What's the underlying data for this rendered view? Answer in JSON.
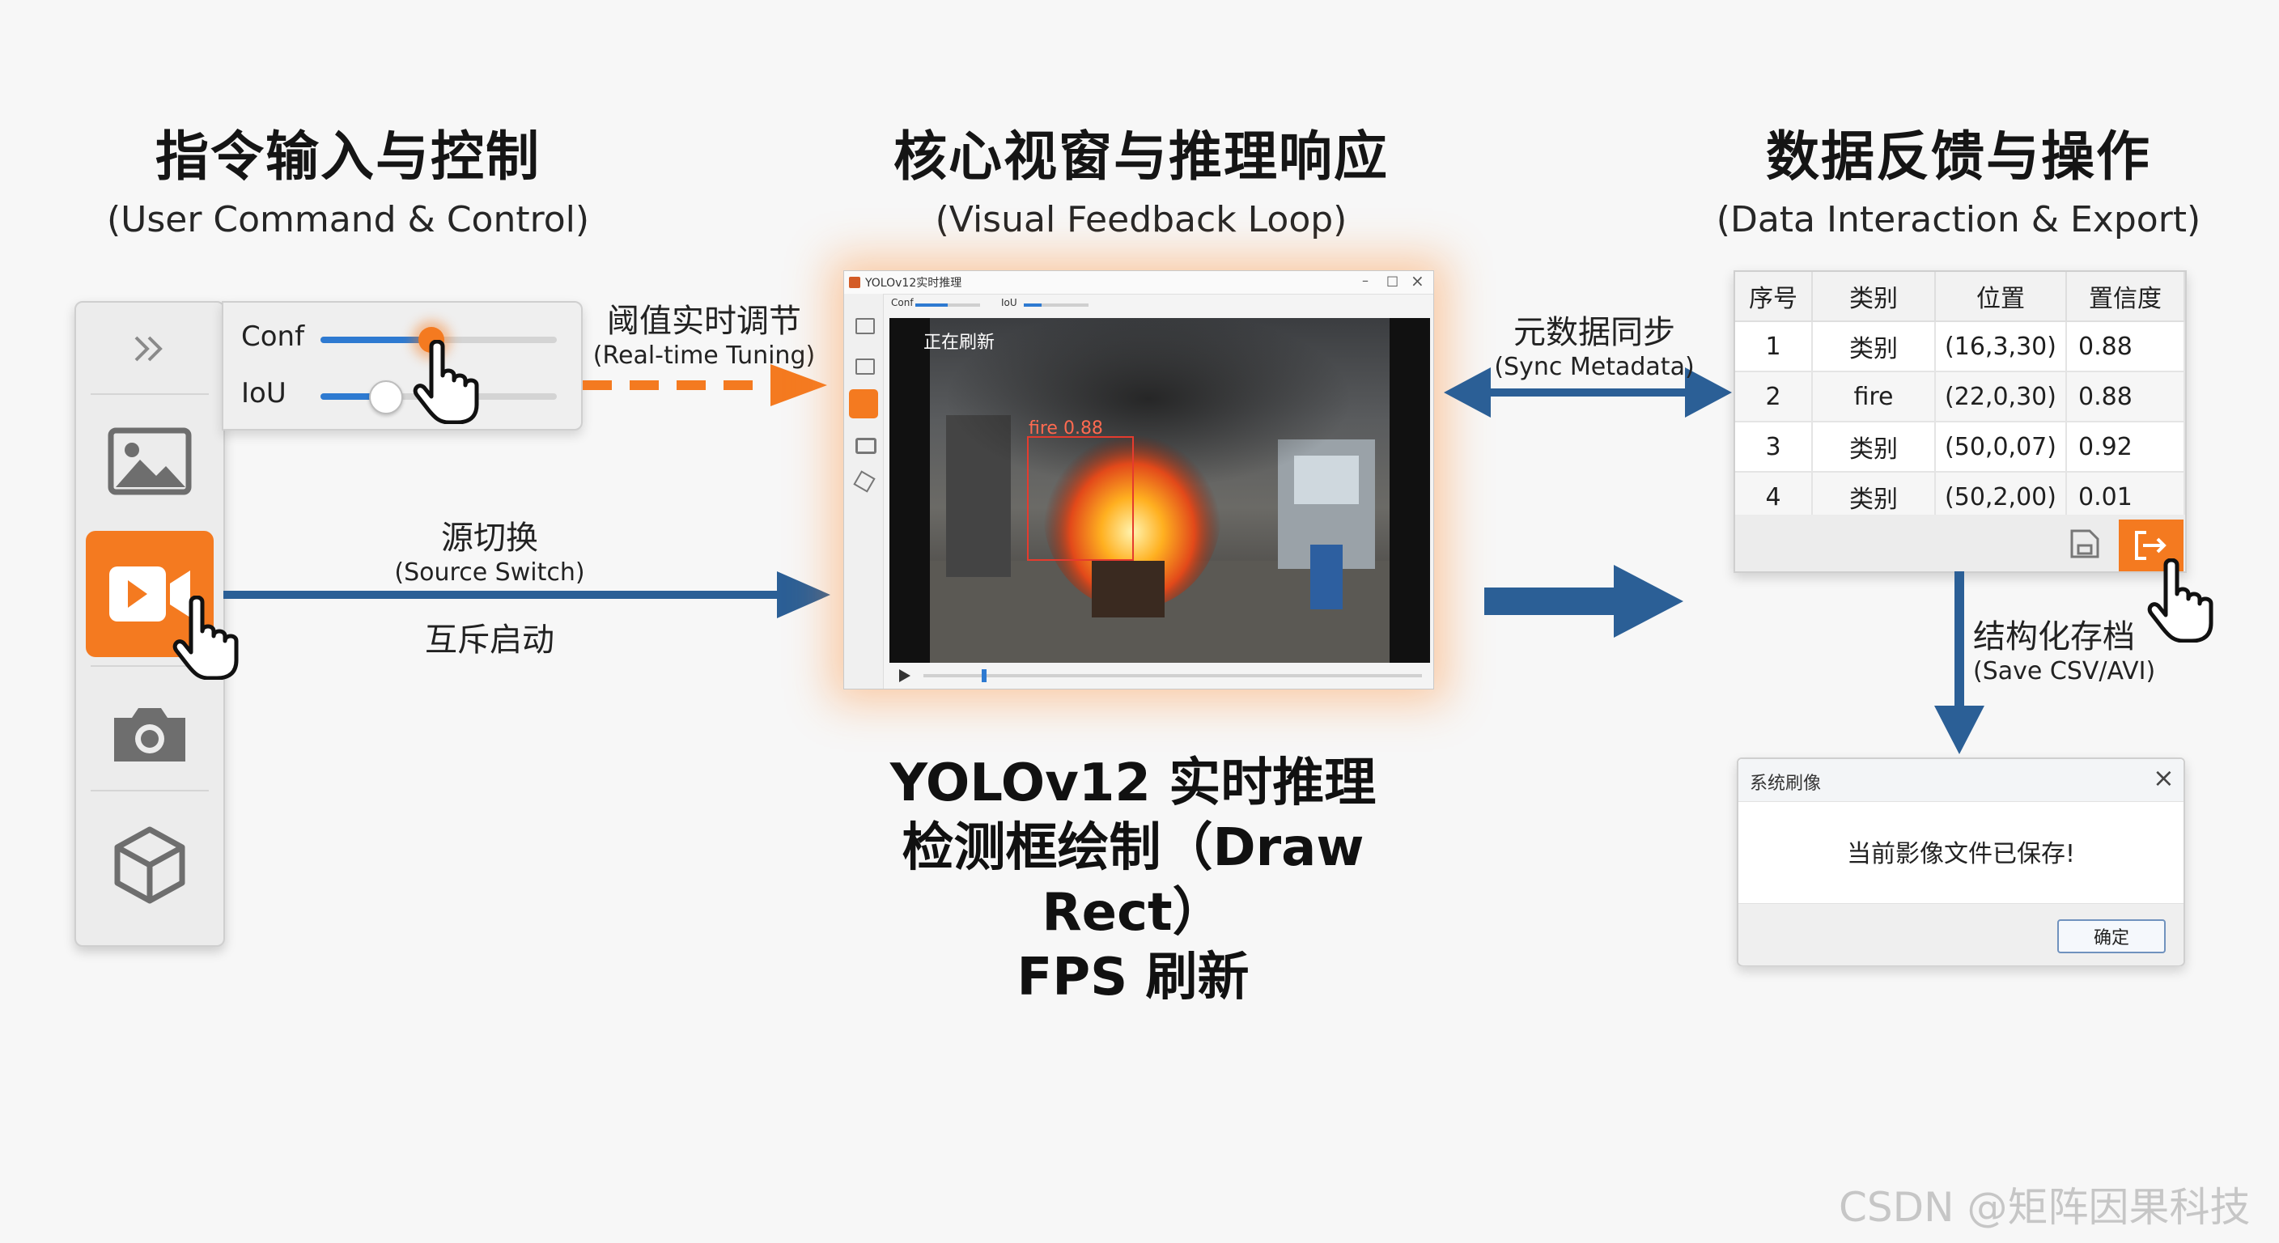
{
  "columns": [
    {
      "title_zh": "指令输入与控制",
      "title_en": "(User Command & Control)"
    },
    {
      "title_zh": "核心视窗与推理响应",
      "title_en": "(Visual Feedback Loop)"
    },
    {
      "title_zh": "数据反馈与操作",
      "title_en": "(Data Interaction & Export)"
    }
  ],
  "sliders": {
    "conf": {
      "label": "Conf",
      "value": 0.47
    },
    "iou": {
      "label": "IoU",
      "value": 0.27
    }
  },
  "toolbar": {
    "expand_icon": "double-chevron-right-icon",
    "items": [
      {
        "icon": "image-icon",
        "active": false
      },
      {
        "icon": "video-camera-icon",
        "active": true
      },
      {
        "icon": "camera-icon",
        "active": false
      },
      {
        "icon": "cube-icon",
        "active": false
      }
    ],
    "accent": "#f47a20"
  },
  "arrows": {
    "threshold": {
      "zh": "阈值实时调节",
      "en": "(Real-time Tuning)"
    },
    "source": {
      "zh": "源切换",
      "en": "(Source Switch)",
      "sub": "互斥启动"
    },
    "sync": {
      "zh": "元数据同步",
      "en": "(Sync Metadata)"
    },
    "save": {
      "zh": "结构化存档",
      "en": "(Save CSV/AVI)"
    }
  },
  "window": {
    "title": "YOLOv12实时推理",
    "conf_label": "Conf",
    "iou_label": "IoU",
    "status": "正在刷新",
    "detection_label": "fire 0.88",
    "controls": {
      "minimize": "–",
      "maximize": "□",
      "close": "×"
    }
  },
  "captions": {
    "line1": "YOLOv12 实时推理",
    "line2": "检测框绘制（Draw Rect）",
    "line3": "FPS 刷新"
  },
  "table": {
    "headers": [
      "序号",
      "类别",
      "位置",
      "置信度"
    ],
    "rows": [
      [
        "1",
        "类别",
        "(16,3,30)",
        "0.88"
      ],
      [
        "2",
        "fire",
        "(22,0,30)",
        "0.88"
      ],
      [
        "3",
        "类别",
        "(50,0,07)",
        "0.92"
      ],
      [
        "4",
        "类别",
        "(50,2,00)",
        "0.01"
      ]
    ]
  },
  "dialog": {
    "title": "系统刷像",
    "message": "当前影像文件已保存!",
    "ok": "确定",
    "close": "×"
  },
  "colors": {
    "orange": "#f47a20",
    "blue": "#2b5f96",
    "detect": "#e53b2e"
  },
  "watermark": "CSDN @矩阵因果科技"
}
